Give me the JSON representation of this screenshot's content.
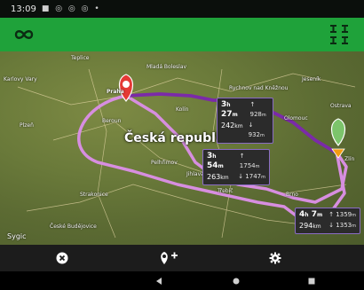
{
  "status_bar": {
    "time": "13:09",
    "indicators": "■ ◎ ◎ ◎ •"
  },
  "app_bar": {
    "menu_icon": "sygic-logo-icon",
    "route_icon": "route-planner-icon"
  },
  "map": {
    "country_label": "Česká republika",
    "towns": [
      {
        "name": "Teplice"
      },
      {
        "name": "Mladá Boleslav"
      },
      {
        "name": "Karlovy Vary"
      },
      {
        "name": "Praha"
      },
      {
        "name": "Rychnov nad Kněžnou"
      },
      {
        "name": "Jeseník"
      },
      {
        "name": "Plzeň"
      },
      {
        "name": "Beroun"
      },
      {
        "name": "Kolín"
      },
      {
        "name": "Pelhřimov"
      },
      {
        "name": "Jihlava"
      },
      {
        "name": "Třebíč"
      },
      {
        "name": "Brno"
      },
      {
        "name": "Zlín"
      },
      {
        "name": "Strakonice"
      },
      {
        "name": "České Budějovice"
      },
      {
        "name": "Ostrava"
      },
      {
        "name": "Olomouc"
      }
    ],
    "attribution": "Sygic"
  },
  "routes": [
    {
      "time_h": "3",
      "time_m": "27",
      "distance": "242",
      "ascent": "928",
      "descent": "932"
    },
    {
      "time_h": "3",
      "time_m": "54",
      "distance": "263",
      "ascent": "1754",
      "descent": "1747"
    },
    {
      "time_h": "4",
      "time_m": "7",
      "distance": "294",
      "ascent": "1359",
      "descent": "1353"
    }
  ],
  "colors": {
    "app_green": "#1fa23a",
    "route_primary": "#7b2aa8",
    "route_alt": "#d78ee0",
    "start_pin": "#e53935",
    "end_pin": "#7cc46b"
  },
  "bottom_bar": {
    "icons": [
      "close-icon",
      "add-waypoint-icon",
      "settings-icon"
    ]
  },
  "nav_bar": {
    "icons": [
      "back-icon",
      "home-icon",
      "recents-icon"
    ]
  }
}
